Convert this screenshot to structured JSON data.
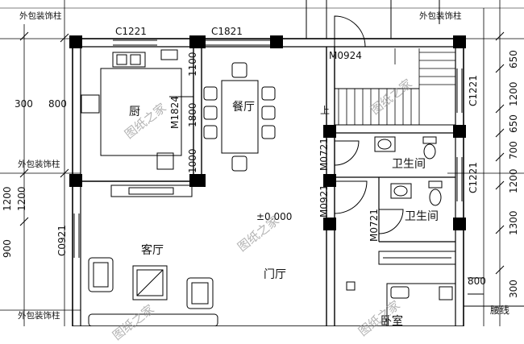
{
  "column_label": "外包装饰柱",
  "windows": {
    "top_left": "C1221",
    "top_mid": "C1821",
    "right_upper": "C1221",
    "right_lower": "C1221",
    "left": "C0921"
  },
  "doors": {
    "top": "M0924",
    "kitchen": "M1824",
    "toilet1": "M0721",
    "hall": "M0921",
    "toilet2": "M0721"
  },
  "rooms": {
    "kitchen": "厨",
    "dining": "餐厅",
    "living": "客厅",
    "foyer": "门厅",
    "toilet_1": "卫生间",
    "toilet_2": "卫生间",
    "bedroom": "卧室"
  },
  "stair_up": "上",
  "level": "±0.000",
  "watermark": "图纸之家",
  "waist_line": "腰线",
  "dims_left": [
    "300",
    "800",
    "1200",
    "900"
  ],
  "dims_internal": [
    "1100",
    "1800",
    "1000"
  ],
  "dims_right": [
    "650",
    "1200",
    "650",
    "700",
    "1200",
    "1300",
    "800",
    "300"
  ]
}
